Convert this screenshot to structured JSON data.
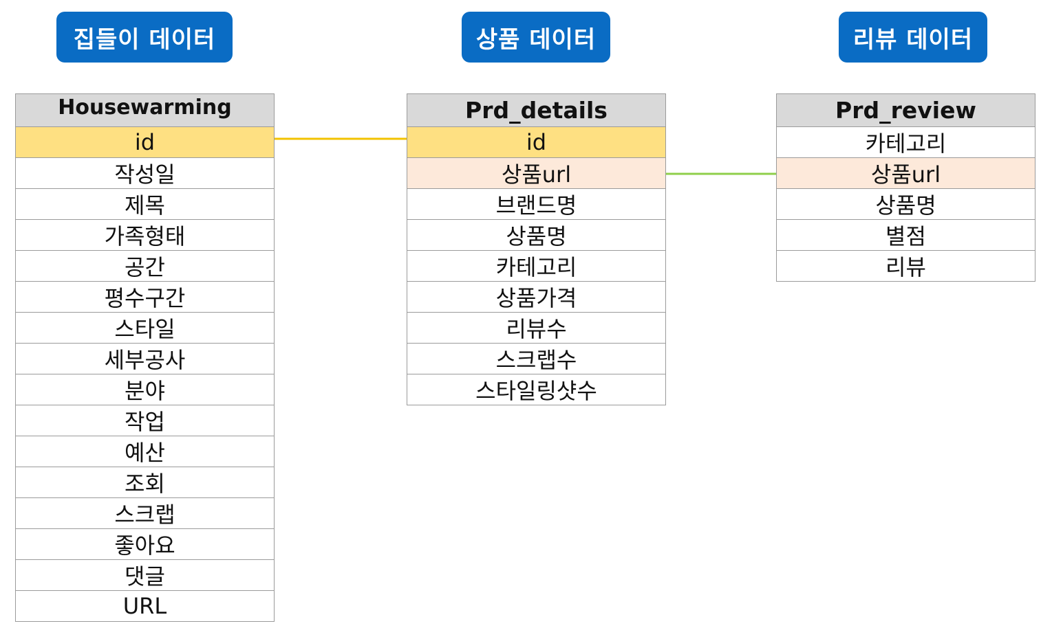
{
  "tags": {
    "housewarming": "집들이 데이터",
    "product": "상품 데이터",
    "review": "리뷰 데이터"
  },
  "tables": {
    "housewarming": {
      "title": "Housewarming",
      "rows": [
        "id",
        "작성일",
        "제목",
        "가족형태",
        "공간",
        "평수구간",
        "스타일",
        "세부공사",
        "분야",
        "작업",
        "예산",
        "조회",
        "스크랩",
        "좋아요",
        "댓글",
        "URL"
      ]
    },
    "prd_details": {
      "title": "Prd_details",
      "rows": [
        "id",
        "상품url",
        "브랜드명",
        "상품명",
        "카테고리",
        "상품가격",
        "리뷰수",
        "스크랩수",
        "스타일링샷수"
      ]
    },
    "prd_review": {
      "title": "Prd_review",
      "rows": [
        "카테고리",
        "상품url",
        "상품명",
        "별점",
        "리뷰"
      ]
    }
  },
  "colors": {
    "tag_bg": "#0a6cc4",
    "header_bg": "#d9d9d9",
    "key_row": "#fee082",
    "link_row": "#fde9da",
    "id_link_line": "#f2c200",
    "url_link_line": "#8fcf4a"
  }
}
